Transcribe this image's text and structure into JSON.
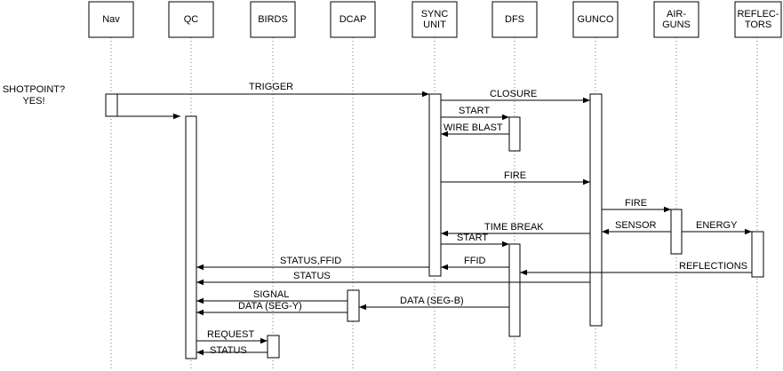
{
  "note": {
    "line1": "SHOTPOINT?",
    "line2": "YES!"
  },
  "participants": [
    {
      "id": "nav",
      "lines": [
        "Nav"
      ]
    },
    {
      "id": "qc",
      "lines": [
        "QC"
      ]
    },
    {
      "id": "birds",
      "lines": [
        "BIRDS"
      ]
    },
    {
      "id": "dcap",
      "lines": [
        "DCAP"
      ]
    },
    {
      "id": "sync",
      "lines": [
        "SYNC",
        "UNIT"
      ]
    },
    {
      "id": "dfs",
      "lines": [
        "DFS"
      ]
    },
    {
      "id": "gunco",
      "lines": [
        "GUNCO"
      ]
    },
    {
      "id": "airguns",
      "lines": [
        "AIR-",
        "GUNS"
      ]
    },
    {
      "id": "reflectors",
      "lines": [
        "REFLEC-",
        "TORS"
      ]
    }
  ],
  "messages": [
    {
      "label": "TRIGGER",
      "from": "nav",
      "to": "sync"
    },
    {
      "label": "",
      "from": "nav",
      "to": "qc"
    },
    {
      "label": "CLOSURE",
      "from": "sync",
      "to": "gunco"
    },
    {
      "label": "START",
      "from": "sync",
      "to": "dfs"
    },
    {
      "label": "WIRE BLAST",
      "from": "dfs",
      "to": "sync"
    },
    {
      "label": "FIRE",
      "from": "sync",
      "to": "gunco"
    },
    {
      "label": "FIRE",
      "from": "gunco",
      "to": "airguns"
    },
    {
      "label": "SENSOR",
      "from": "airguns",
      "to": "gunco"
    },
    {
      "label": "ENERGY",
      "from": "airguns",
      "to": "reflectors"
    },
    {
      "label": "TIME BREAK",
      "from": "gunco",
      "to": "sync"
    },
    {
      "label": "START",
      "from": "sync",
      "to": "dfs"
    },
    {
      "label": "FFID",
      "from": "dfs",
      "to": "sync"
    },
    {
      "label": "STATUS,FFID",
      "from": "sync",
      "to": "qc"
    },
    {
      "label": "REFLECTIONS",
      "from": "reflectors",
      "to": "dfs"
    },
    {
      "label": "STATUS",
      "from": "gunco",
      "to": "qc"
    },
    {
      "label": "SIGNAL",
      "from": "dcap",
      "to": "qc"
    },
    {
      "label": "DATA (SEG-B)",
      "from": "dfs",
      "to": "dcap"
    },
    {
      "label": "DATA (SEG-Y)",
      "from": "dcap",
      "to": "qc"
    },
    {
      "label": "REQUEST",
      "from": "qc",
      "to": "birds"
    },
    {
      "label": "STATUS",
      "from": "birds",
      "to": "qc"
    }
  ]
}
